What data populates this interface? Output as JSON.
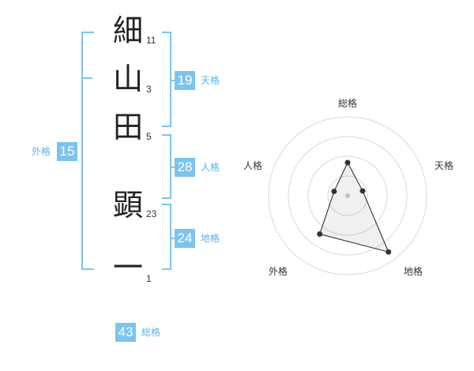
{
  "name": {
    "characters": [
      {
        "char": "細",
        "strokes": "11"
      },
      {
        "char": "山",
        "strokes": "3"
      },
      {
        "char": "田",
        "strokes": "5"
      },
      {
        "char": "顕",
        "strokes": "23"
      },
      {
        "char": "一",
        "strokes": "1"
      }
    ]
  },
  "scores": {
    "tenkaku": {
      "value": "19",
      "label": "天格"
    },
    "jinkaku": {
      "value": "28",
      "label": "人格"
    },
    "chikaku": {
      "value": "24",
      "label": "地格"
    },
    "gaikaku": {
      "value": "15",
      "label": "外格"
    },
    "soukaku": {
      "value": "43",
      "label": "総格"
    }
  },
  "colors": {
    "accent": "#7cc4ee",
    "accent_text": "#5cb3e6"
  },
  "radar": {
    "axes": [
      "総格",
      "天格",
      "地格",
      "外格",
      "人格"
    ],
    "rings": 4,
    "values": [
      2.1,
      1.0,
      4.4,
      3.0,
      0.9
    ],
    "max": 5
  }
}
